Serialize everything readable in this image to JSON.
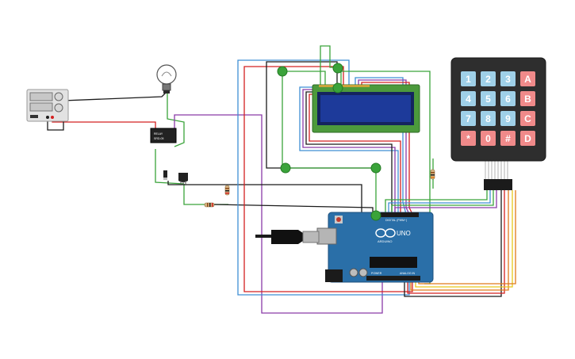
{
  "components": {
    "keypad": {
      "keys": [
        "1",
        "2",
        "3",
        "A",
        "4",
        "5",
        "6",
        "B",
        "7",
        "8",
        "9",
        "C",
        "*",
        "0",
        "#",
        "D"
      ],
      "digit_color": "#9fd0e8",
      "letter_color": "#f08a8a",
      "body_color": "#2e2e2e"
    },
    "arduino": {
      "brand_label": "ARDUINO",
      "model_label": "UNO",
      "digital_label": "DIGITAL (PWM~)",
      "power_label": "POWER",
      "analog_label": "ANALOG IN",
      "board_color": "#2a6fa8"
    },
    "lcd": {
      "screen_color": "#1d3a9a",
      "pcb_color": "#4c9a3c"
    },
    "relay": {
      "label": "relay"
    },
    "wire_colors": {
      "red": "#d42020",
      "black": "#1b1b1b",
      "blue": "#3f8fd4",
      "purple": "#8a3aa8",
      "green": "#3aa33a",
      "orange": "#e07a1a",
      "yellow": "#e6c619",
      "gray": "#8a8a8a",
      "brown": "#8a4a1a"
    }
  }
}
